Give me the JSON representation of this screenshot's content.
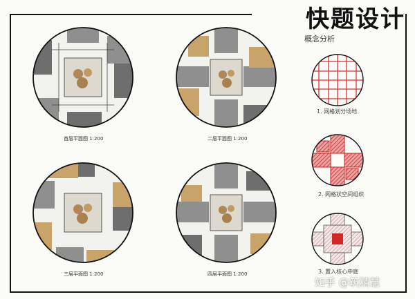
{
  "title": "快题设计",
  "concept_heading": "概念分析",
  "plans": [
    {
      "caption": "首层平面图 1:200"
    },
    {
      "caption": "二层平面图 1:200"
    },
    {
      "caption": "三层平面图 1:200"
    },
    {
      "caption": "四层平面图 1:200"
    }
  ],
  "diagrams": [
    {
      "caption": "1. 网格划分场地"
    },
    {
      "caption": "2. 网格状空间组织"
    },
    {
      "caption": "3. 置入核心中庭"
    }
  ],
  "watermark": "知乎 @筑精慧",
  "colors": {
    "grey": "#8f8f8f",
    "dark": "#6e6e6e",
    "tan": "#c9a46a",
    "red": "#d33",
    "paper": "#fbfbf8"
  }
}
